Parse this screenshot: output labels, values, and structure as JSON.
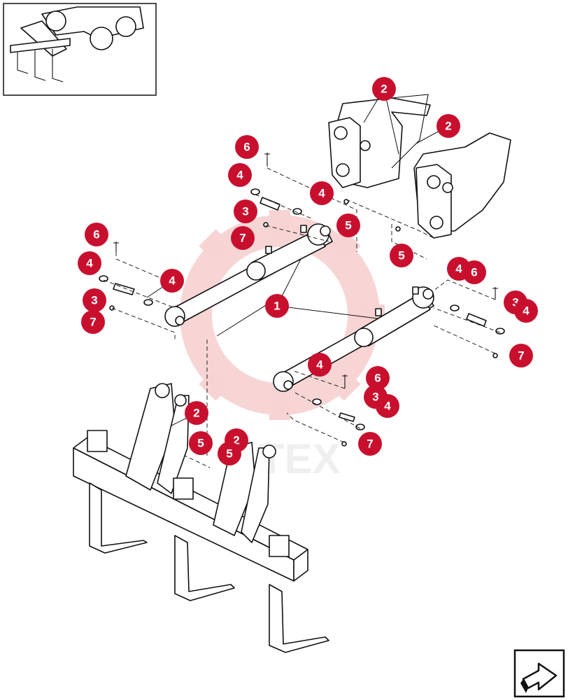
{
  "diagram": {
    "watermark_text": "TEX",
    "callouts": [
      {
        "id": "c-2a",
        "label": "2"
      },
      {
        "id": "c-2b",
        "label": "2"
      },
      {
        "id": "c-6a",
        "label": "6"
      },
      {
        "id": "c-4a",
        "label": "4"
      },
      {
        "id": "c-4b",
        "label": "4"
      },
      {
        "id": "c-3a",
        "label": "3"
      },
      {
        "id": "c-5a",
        "label": "5"
      },
      {
        "id": "c-7a",
        "label": "7"
      },
      {
        "id": "c-6b",
        "label": "6"
      },
      {
        "id": "c-4c",
        "label": "4"
      },
      {
        "id": "c-4d",
        "label": "4"
      },
      {
        "id": "c-3b",
        "label": "3"
      },
      {
        "id": "c-7b",
        "label": "7"
      },
      {
        "id": "c-1",
        "label": "1"
      },
      {
        "id": "c-5b",
        "label": "5"
      },
      {
        "id": "c-4e",
        "label": "4"
      },
      {
        "id": "c-6c",
        "label": "6"
      },
      {
        "id": "c-3c",
        "label": "3"
      },
      {
        "id": "c-4f",
        "label": "4"
      },
      {
        "id": "c-7c",
        "label": "7"
      },
      {
        "id": "c-4g",
        "label": "4"
      },
      {
        "id": "c-6d",
        "label": "6"
      },
      {
        "id": "c-3d",
        "label": "3"
      },
      {
        "id": "c-4h",
        "label": "4"
      },
      {
        "id": "c-7d",
        "label": "7"
      },
      {
        "id": "c-2c",
        "label": "2"
      },
      {
        "id": "c-5c",
        "label": "5"
      },
      {
        "id": "c-2d",
        "label": "2"
      },
      {
        "id": "c-5d",
        "label": "5"
      }
    ]
  },
  "colors": {
    "callout_fill": "#c8102e",
    "callout_text": "#ffffff",
    "line": "#111111",
    "watermark": "#f2b8b8"
  },
  "nav": {
    "icon": "next-page-arrow-icon"
  }
}
